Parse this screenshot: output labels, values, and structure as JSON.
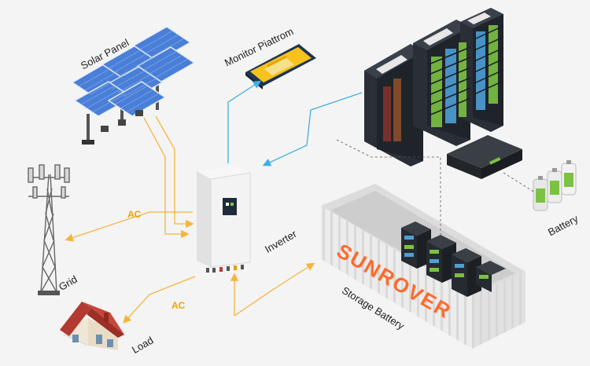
{
  "labels": {
    "solar_panel": "Solar Panel",
    "monitor_platform": "Monitor Piattrom",
    "inverter": "Inverter",
    "grid": "Grid",
    "load": "Load",
    "battery": "Battery",
    "storage_battery": "Storage Battery",
    "ac_grid": "AC",
    "ac_load": "AC",
    "brand": "SUNROVER"
  },
  "colors": {
    "ac_arrow": "#f4b53a",
    "data_arrow": "#3fb0e0",
    "brand": "#ff6a2c",
    "rack": "#262b33",
    "battery_green": "#7cc242"
  }
}
